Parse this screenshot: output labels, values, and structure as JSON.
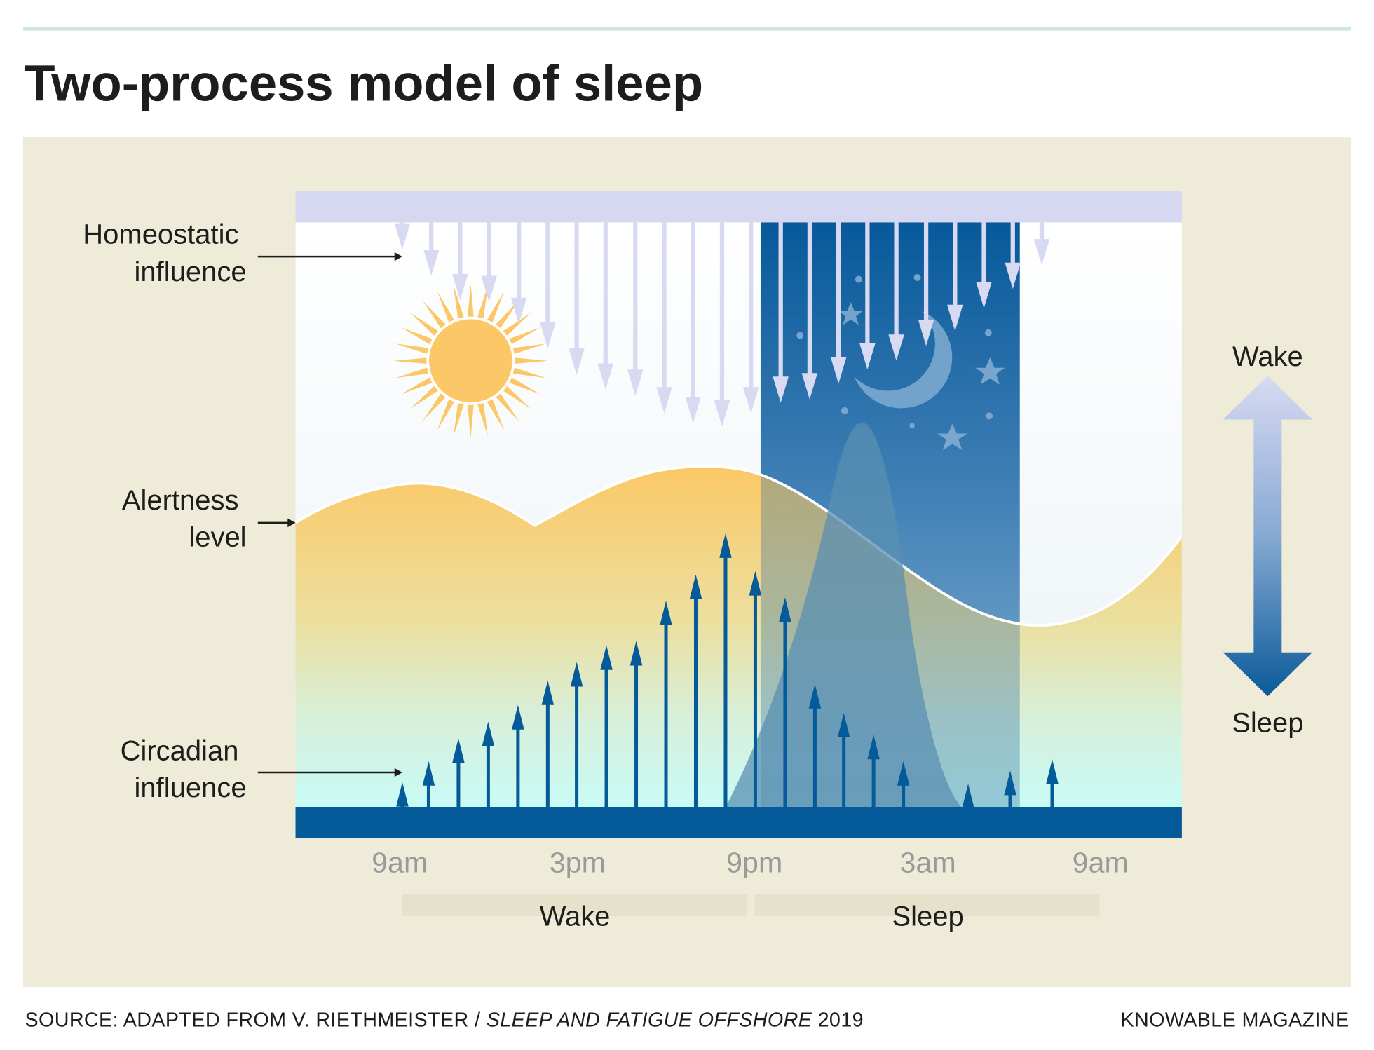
{
  "title": "Two-process model of sleep",
  "labels": {
    "homeostatic": [
      "Homeostatic",
      "influence"
    ],
    "alertness": [
      "Alertness",
      "level"
    ],
    "circadian": [
      "Circadian",
      "influence"
    ]
  },
  "legend": {
    "top": "Wake",
    "bottom": "Sleep"
  },
  "x_ticks": [
    "9am",
    "3pm",
    "9pm",
    "3am",
    "9am"
  ],
  "phases": {
    "wake": "Wake",
    "sleep": "Sleep"
  },
  "footer": {
    "source_prefix": "SOURCE: ADAPTED FROM V. RIETHMEISTER / ",
    "source_title": "SLEEP AND FATIGUE OFFSHORE",
    "source_year": " 2019",
    "credit": "KNOWABLE MAGAZINE"
  },
  "colors": {
    "panel_bg": "#eeebd8",
    "top_rule": "#d3e6e6",
    "homeostatic_bar": "#d6d8f1",
    "night_band_top": "#0a5b9c",
    "night_band_bottom": "#5b95c0",
    "baseline_bar": "#055a99",
    "alertness_orange": "#fbc866",
    "circadian_arrow": "#055a99",
    "sun": "#fcc766",
    "axis_text": "#9a9a9a"
  },
  "chart_data": {
    "type": "diagram",
    "title": "Two-process model of sleep",
    "x_ticks": [
      "9am",
      "3pm",
      "9pm",
      "3am",
      "9am"
    ],
    "phases": [
      {
        "name": "Wake",
        "from": "9am",
        "to": "9pm"
      },
      {
        "name": "Sleep",
        "from": "9pm",
        "to": "9am"
      }
    ],
    "night_band": {
      "from": "9pm",
      "to": "~6am"
    },
    "homeostatic_arrow_tips_relative": [
      0.08,
      0.18,
      0.26,
      0.3,
      0.36,
      0.44,
      0.55,
      0.63,
      0.72,
      0.78,
      0.84,
      0.89,
      0.84,
      0.78,
      0.67,
      0.6,
      0.57,
      0.48,
      0.42,
      0.34,
      0.22,
      0.1
    ],
    "circadian_arrow_heights_relative": [
      0.06,
      0.12,
      0.19,
      0.23,
      0.28,
      0.34,
      0.39,
      0.44,
      0.45,
      0.56,
      0.63,
      0.75,
      0.64,
      0.57,
      0.34,
      0.26,
      0.2,
      0.13,
      0.06,
      0.1,
      0.13
    ],
    "y_axis_meaning": {
      "top": "Wake",
      "bottom": "Sleep"
    }
  }
}
